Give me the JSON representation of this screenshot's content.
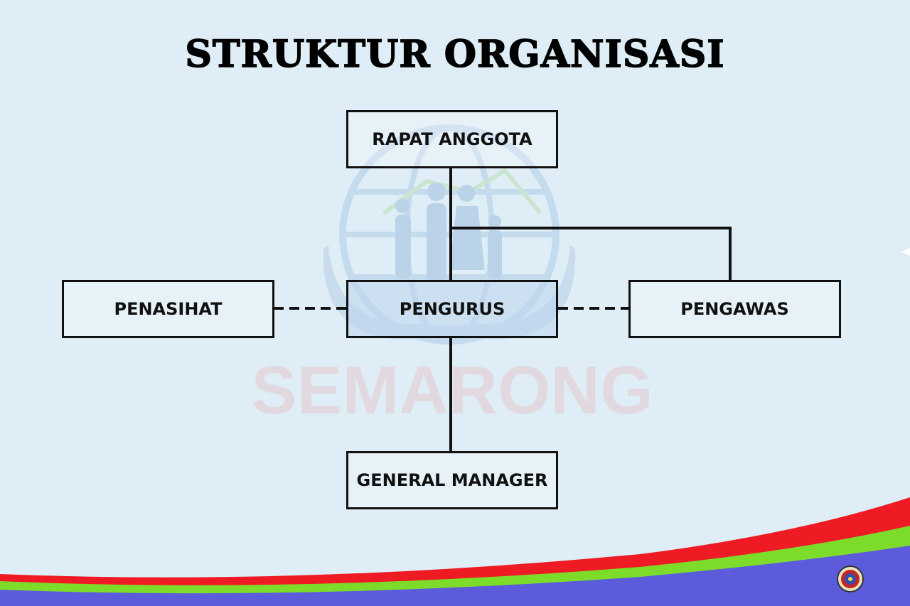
{
  "title": "STRUKTUR ORGANISASI",
  "nodes": {
    "rapat_anggota": "RAPAT ANGGOTA",
    "penasihat": "PENASIHAT",
    "pengurus": "PENGURUS",
    "pengawas": "PENGAWAS",
    "general_manager": "GENERAL MANAGER"
  },
  "watermark": {
    "text": "SEMARONG"
  },
  "colors": {
    "background": "#dfeef6",
    "stripe_red": "#ee1b24",
    "stripe_green": "#7ddc2a",
    "stripe_blue": "#5b5bdc"
  }
}
